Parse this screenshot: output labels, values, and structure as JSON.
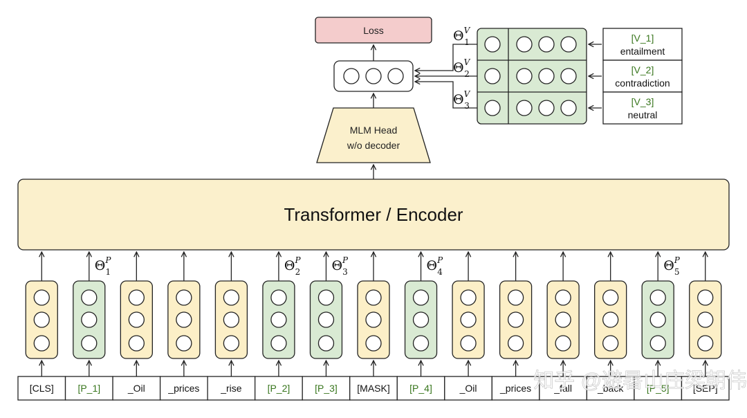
{
  "loss_label": "Loss",
  "mlm_head": {
    "line1": "MLM Head",
    "line2": "w/o decoder"
  },
  "encoder_label": "Transformer / Encoder",
  "theta_symbol": "Θ",
  "verbalizers": [
    {
      "sup": "V",
      "sub": "1",
      "token": "[V_1]",
      "word": "entailment"
    },
    {
      "sup": "V",
      "sub": "2",
      "token": "[V_2]",
      "word": "contradiction"
    },
    {
      "sup": "V",
      "sub": "3",
      "token": "[V_3]",
      "word": "neutral"
    }
  ],
  "tokens": [
    {
      "text": "[CLS]",
      "kind": "plain"
    },
    {
      "text": "[P_1]",
      "kind": "prompt",
      "theta_sub": "1",
      "theta_sup": "P"
    },
    {
      "text": "_Oil",
      "kind": "plain"
    },
    {
      "text": "_prices",
      "kind": "plain"
    },
    {
      "text": "_rise",
      "kind": "plain"
    },
    {
      "text": "[P_2]",
      "kind": "prompt",
      "theta_sub": "2",
      "theta_sup": "P"
    },
    {
      "text": "[P_3]",
      "kind": "prompt",
      "theta_sub": "3",
      "theta_sup": "P"
    },
    {
      "text": "[MASK]",
      "kind": "plain"
    },
    {
      "text": "[P_4]",
      "kind": "prompt",
      "theta_sub": "4",
      "theta_sup": "P"
    },
    {
      "text": "_Oil",
      "kind": "plain"
    },
    {
      "text": "_prices",
      "kind": "plain"
    },
    {
      "text": "_fall",
      "kind": "plain"
    },
    {
      "text": "_back",
      "kind": "plain"
    },
    {
      "text": "[P_5]",
      "kind": "prompt",
      "theta_sub": "5",
      "theta_sup": "P"
    },
    {
      "text": "[SEP]",
      "kind": "plain"
    }
  ],
  "watermark": "知乎 @避暑山庄梁朝伟",
  "colors": {
    "loss_fill": "#f4cccc",
    "encoder_fill": "#fbf0cc",
    "token_fill": "#fcefc7",
    "prompt_fill": "#d9ead3",
    "prompt_text": "#38761d",
    "stroke": "#222222"
  }
}
